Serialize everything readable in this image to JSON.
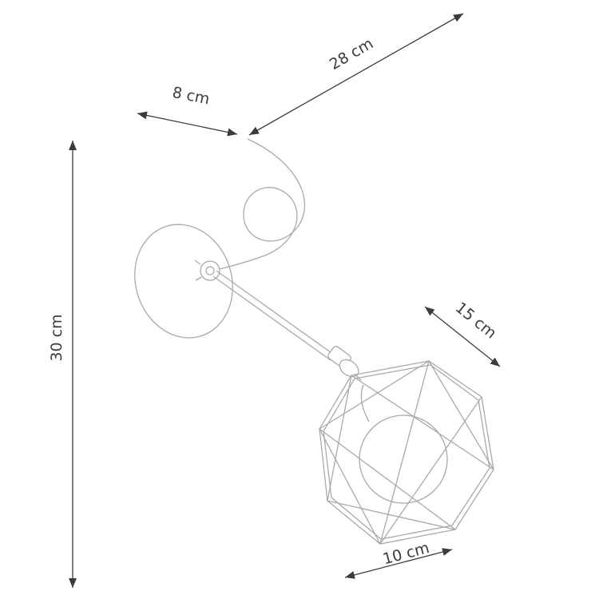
{
  "figure": {
    "labels": {
      "height": "30 cm",
      "depth": "28 cm",
      "base_width": "8 cm",
      "shade_height": "15 cm",
      "shade_width": "10 cm"
    },
    "colors": {
      "dimension_lines": "#3c3c3c",
      "drawing_lines": "#a9a9a9",
      "background": "#ffffff"
    }
  }
}
